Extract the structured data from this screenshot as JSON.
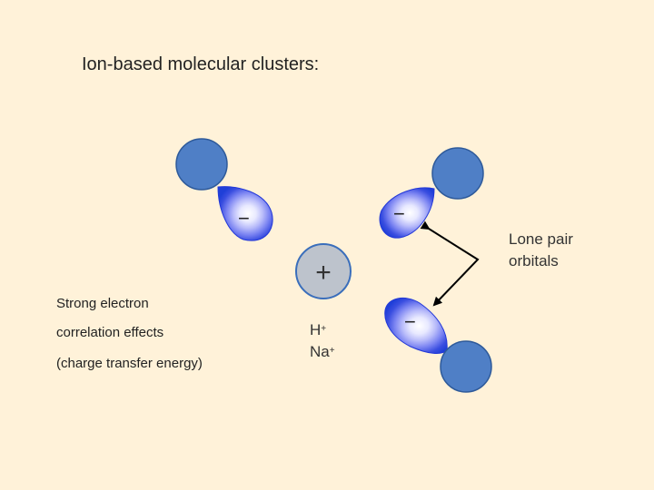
{
  "title": "Ion-based molecular clusters:",
  "center_charge": "+",
  "lobe_charge": "−",
  "lone_pair": {
    "line1": "Lone pair",
    "line2": "orbitals"
  },
  "notes": {
    "line1": "Strong electron",
    "line2": "correlation effects",
    "line3": "(charge transfer energy)"
  },
  "ions": {
    "ion1_symbol": "H",
    "ion1_charge": "+",
    "ion2_symbol": "Na",
    "ion2_charge": "+"
  },
  "colors": {
    "background": "#FFF2D9",
    "atom": "#4F7FC6",
    "atom_stroke": "#2E5A9A",
    "lobe_outer": "#1F3FD8",
    "lobe_inner": "#FFFFFF",
    "cation_fill": "#BDC3CC",
    "cation_stroke": "#3A6EBB"
  }
}
